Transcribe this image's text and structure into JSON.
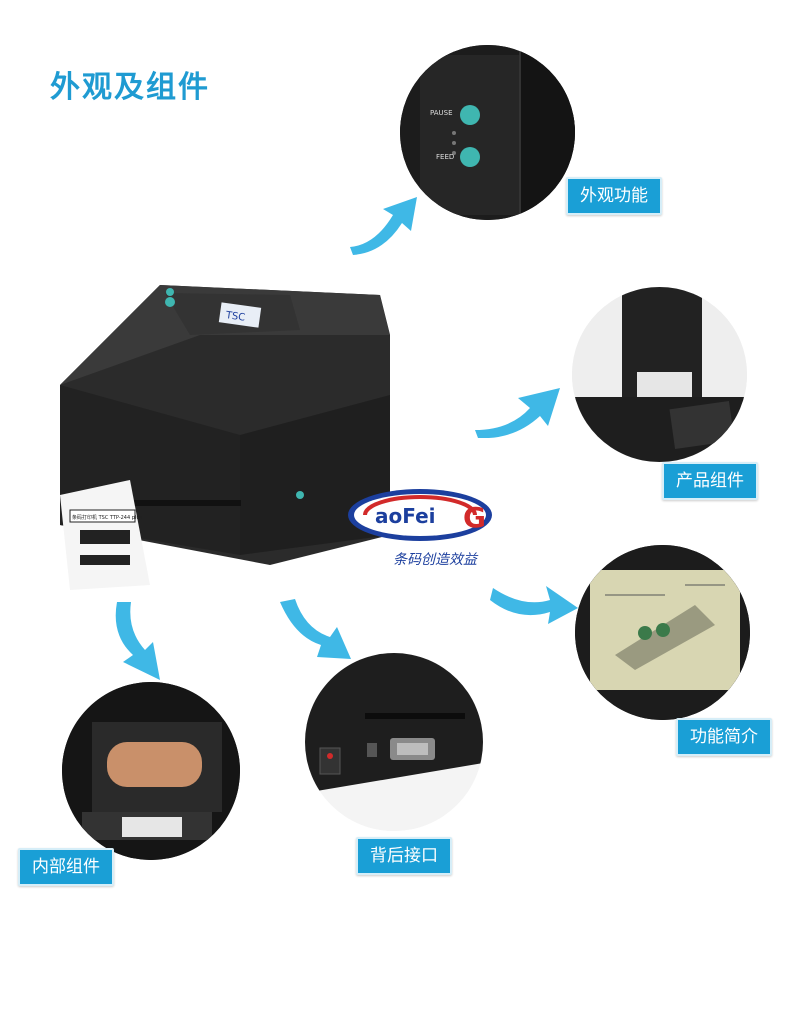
{
  "page": {
    "title": "外观及组件"
  },
  "colors": {
    "title": "#1f9bd2",
    "label_bg": "#1a9fd6",
    "arrow": "#3fb8e6",
    "printer_body": "#2b2b2b",
    "button_teal": "#3fb6b0",
    "logo_red": "#d22a2a",
    "logo_blue": "#1c3f9e"
  },
  "printer": {
    "brand_badge": "TSC",
    "label_line1": "条码打印机 TSC TTP-244 plus"
  },
  "logo": {
    "letter_g": "G",
    "text": "aoFei",
    "slogan": "条码创造效益"
  },
  "callouts": [
    {
      "id": "appearance",
      "label": "外观功能"
    },
    {
      "id": "components",
      "label": "产品组件"
    },
    {
      "id": "function",
      "label": "功能简介"
    },
    {
      "id": "rear",
      "label": "背后接口"
    },
    {
      "id": "internal",
      "label": "内部组件"
    }
  ],
  "panel": {
    "pause": "PAUSE",
    "feed": "FEED"
  }
}
